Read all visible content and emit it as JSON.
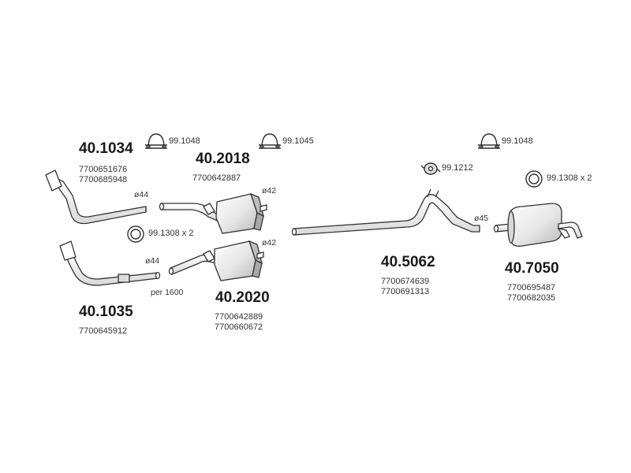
{
  "parts": [
    {
      "id": "p1",
      "number": "40.1034",
      "refs": [
        "7700651676",
        "7700685948"
      ],
      "diameter": "ø44"
    },
    {
      "id": "p2",
      "number": "40.2018",
      "refs": [
        "7700642887"
      ],
      "diameter": "ø42"
    },
    {
      "id": "p3",
      "number": "40.1035",
      "refs": [
        "7700645912"
      ],
      "diameter": "ø44",
      "note": "per 1600"
    },
    {
      "id": "p4",
      "number": "40.2020",
      "refs": [
        "7700642889",
        "7700660672"
      ],
      "diameter": "ø42"
    },
    {
      "id": "p5",
      "number": "40.5062",
      "refs": [
        "7700674639",
        "7700691313"
      ],
      "diameter": "ø45"
    },
    {
      "id": "p6",
      "number": "40.7050",
      "refs": [
        "7700695487",
        "7700682035"
      ]
    }
  ],
  "accessories": [
    {
      "id": "a1",
      "label": "99.1048",
      "icon": "clamp-icon"
    },
    {
      "id": "a2",
      "label": "99.1045",
      "icon": "clamp-icon"
    },
    {
      "id": "a3",
      "label": "99.1048",
      "icon": "clamp-icon"
    },
    {
      "id": "a4",
      "label": "99.1212",
      "icon": "rubber-mount-icon"
    },
    {
      "id": "a5",
      "label": "99.1308 x 2",
      "icon": "gasket-ring-icon"
    },
    {
      "id": "a6",
      "label": "99.1308 x 2",
      "icon": "gasket-ring-icon"
    }
  ],
  "colors": {
    "line": "#333333",
    "fill": "#f2f2f2",
    "shade": "#cfcfcf"
  }
}
